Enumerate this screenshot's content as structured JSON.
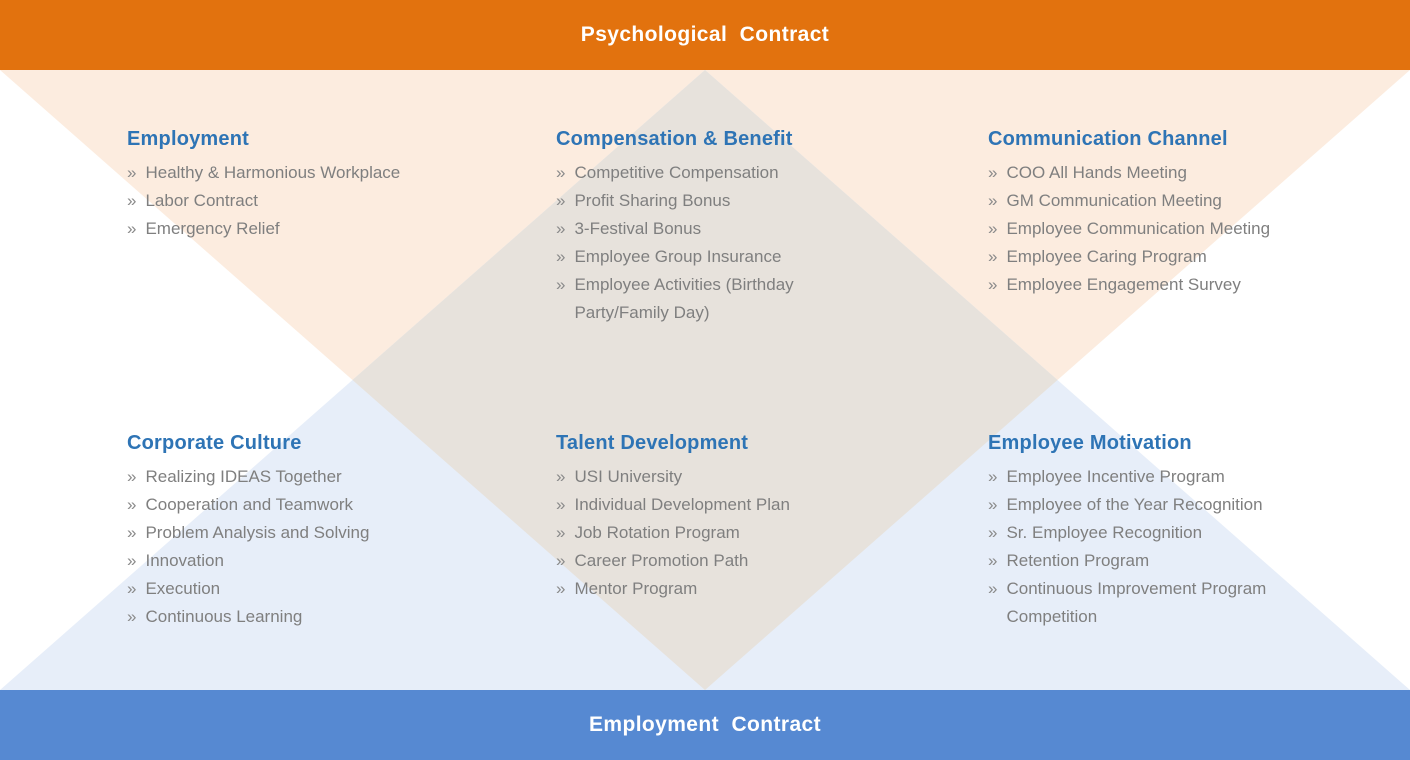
{
  "banners": {
    "top": {
      "label": "Psychological  Contract"
    },
    "bottom": {
      "label": "Employment  Contract"
    }
  },
  "icons": {
    "chevron_bullet": "»"
  },
  "colors": {
    "top_banner": "#E2720E",
    "bottom_banner": "#5689D2",
    "peach_triangle": "#FCECDF",
    "blue_triangle": "#E7EEF9",
    "center_diamond": "#E7E2DC",
    "heading_blue": "#2E74B5",
    "body_gray": "#7F7F7F",
    "banner_text": "#FFFFFF"
  },
  "sections": [
    {
      "title": "Employment",
      "items": [
        "Healthy & Harmonious Workplace",
        "Labor Contract",
        "Emergency Relief"
      ]
    },
    {
      "title": "Compensation & Benefit",
      "items": [
        "Competitive Compensation",
        "Profit Sharing Bonus",
        "3-Festival Bonus",
        "Employee Group Insurance",
        "Employee Activities (Birthday Party/Family Day)"
      ]
    },
    {
      "title": "Communication Channel",
      "items": [
        "COO All Hands Meeting",
        "GM Communication Meeting",
        "Employee Communication Meeting",
        "Employee Caring Program",
        "Employee Engagement Survey"
      ]
    },
    {
      "title": "Corporate Culture",
      "items": [
        "Realizing IDEAS Together",
        "Cooperation and Teamwork",
        "Problem Analysis and Solving",
        "Innovation",
        "Execution",
        "Continuous Learning"
      ]
    },
    {
      "title": "Talent Development",
      "items": [
        "USI University",
        "Individual Development Plan",
        "Job Rotation Program",
        "Career Promotion Path",
        "Mentor Program"
      ]
    },
    {
      "title": "Employee Motivation",
      "items": [
        "Employee Incentive Program",
        "Employee of the Year Recognition",
        "Sr. Employee Recognition",
        "Retention Program",
        "Continuous Improvement Program Competition"
      ]
    }
  ]
}
